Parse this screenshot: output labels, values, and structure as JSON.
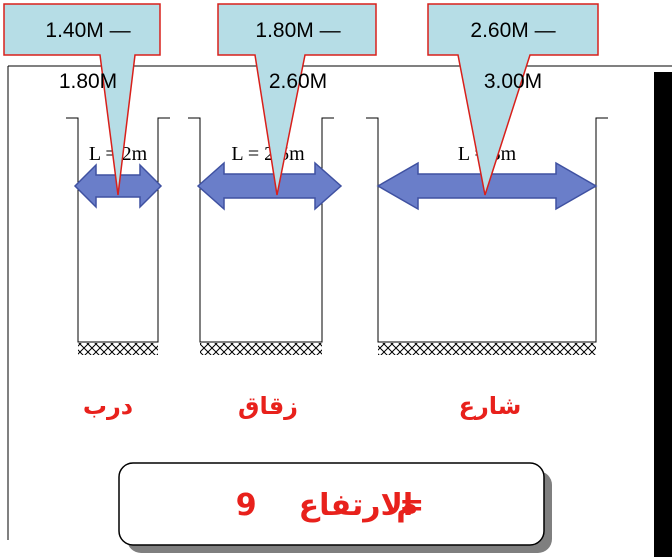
{
  "colors": {
    "callout_fill": "#b6dde6",
    "callout_border": "#d8201b",
    "arrow_fill": "#6a7ec9",
    "arrow_stroke": "#3f51a1",
    "arabic_text": "#e8211c"
  },
  "streets": [
    {
      "name": "درب",
      "width_label": "L = 2m",
      "range_top": "1.40M —",
      "range_bottom": "1.80M"
    },
    {
      "name": "زقاق",
      "width_label": "L = 2.5m",
      "range_top": "1.80M —",
      "range_bottom": "2.60M"
    },
    {
      "name": "شارع",
      "width_label": "L = 3m",
      "range_top": "2.60M —",
      "range_bottom": "3.00M"
    }
  ],
  "height_box": {
    "label": "الارتفاع",
    "equals": "=",
    "value": "9م"
  }
}
